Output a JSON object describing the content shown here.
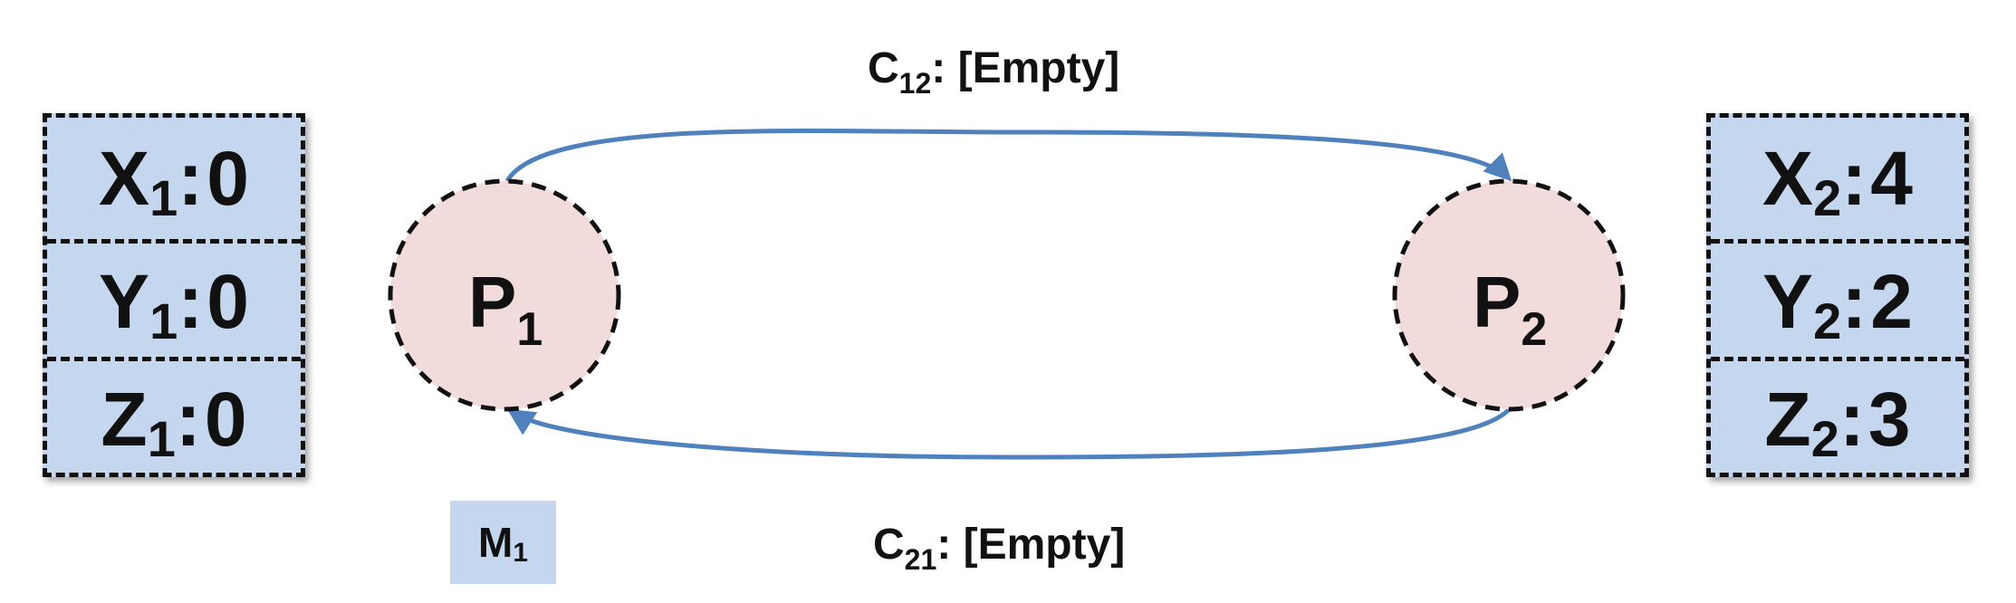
{
  "p1_state": {
    "rows": [
      {
        "var": "X",
        "sub": "1",
        "sep": ":",
        "value": "0"
      },
      {
        "var": "Y",
        "sub": "1",
        "sep": ":",
        "value": "0"
      },
      {
        "var": "Z",
        "sub": "1",
        "sep": ":",
        "value": "0"
      }
    ]
  },
  "p2_state": {
    "rows": [
      {
        "var": "X",
        "sub": "2",
        "sep": ":",
        "value": "4"
      },
      {
        "var": "Y",
        "sub": "2",
        "sep": ":",
        "value": "2"
      },
      {
        "var": "Z",
        "sub": "2",
        "sep": ":",
        "value": "3"
      }
    ]
  },
  "nodes": {
    "p1": {
      "name": "P",
      "sub": "1"
    },
    "p2": {
      "name": "P",
      "sub": "2"
    }
  },
  "channels": {
    "c12": {
      "name": "C",
      "sub": "12",
      "contents": ": [Empty]"
    },
    "c21": {
      "name": "C",
      "sub": "21",
      "contents": ": [Empty]"
    }
  },
  "marker": {
    "name": "M",
    "sub": "1"
  },
  "colors": {
    "box_fill": "#c5d7ef",
    "node_fill": "#f2dcdb",
    "arrow": "#4f81bd",
    "border": "#111111"
  }
}
